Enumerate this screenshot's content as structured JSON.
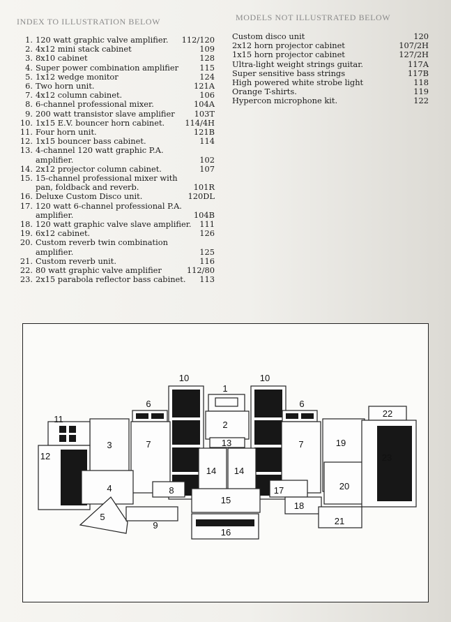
{
  "headers": {
    "left": "INDEX TO ILLUSTRATION BELOW",
    "right": "MODELS NOT ILLUSTRATED BELOW"
  },
  "index_items": [
    {
      "num": "1.",
      "text": "120 watt graphic valve amplifier.",
      "code": "112/120"
    },
    {
      "num": "2.",
      "text": "4x12 mini stack cabinet",
      "code": "109"
    },
    {
      "num": "3.",
      "text": "8x10 cabinet",
      "code": "128"
    },
    {
      "num": "4.",
      "text": "Super power combination amplifier",
      "code": "115"
    },
    {
      "num": "5.",
      "text": "1x12 wedge monitor",
      "code": "124"
    },
    {
      "num": "6.",
      "text": "Two horn unit.",
      "code": "121A"
    },
    {
      "num": "7.",
      "text": "4x12 column cabinet.",
      "code": "106"
    },
    {
      "num": "8.",
      "text": "6-channel professional mixer.",
      "code": "104A"
    },
    {
      "num": "9.",
      "text": "200 watt transistor slave amplifier",
      "code": "103T"
    },
    {
      "num": "10.",
      "text": "1x15 E.V. bouncer horn cabinet.",
      "code": "114/4H"
    },
    {
      "num": "11.",
      "text": "Four horn unit.",
      "code": "121B"
    },
    {
      "num": "12.",
      "text": "1x15 bouncer bass cabinet.",
      "code": "114"
    },
    {
      "num": "13.",
      "text": "4-channel 120 watt graphic P.A. amplifier.",
      "code": "102"
    },
    {
      "num": "14.",
      "text": "2x12 projector column cabinet.",
      "code": "107"
    },
    {
      "num": "15.",
      "text": "15-channel professional mixer with pan, foldback and reverb.",
      "code": "101R"
    },
    {
      "num": "16.",
      "text": "Deluxe Custom Disco unit.",
      "code": "120DL"
    },
    {
      "num": "17.",
      "text": "120 watt 6-channel professional P.A. amplifier.",
      "code": "104B"
    },
    {
      "num": "18.",
      "text": "120 watt graphic valve slave amplifier.",
      "code": "111"
    },
    {
      "num": "19.",
      "text": "6x12 cabinet.",
      "code": "126"
    },
    {
      "num": "20.",
      "text": "Custom reverb twin combination amplifier.",
      "code": "125"
    },
    {
      "num": "21.",
      "text": "Custom reverb unit.",
      "code": "116"
    },
    {
      "num": "22.",
      "text": "80 watt graphic valve amplifier",
      "code": "112/80"
    },
    {
      "num": "23.",
      "text": "2x15 parabola reflector bass cabinet.",
      "code": "113"
    }
  ],
  "other_models": [
    {
      "text": "Custom disco unit",
      "code": "120"
    },
    {
      "text": "2x12 horn projector cabinet",
      "code": "107/2H"
    },
    {
      "text": "1x15 horn projector cabinet",
      "code": "127/2H"
    },
    {
      "text": "Ultra-light weight strings guitar.",
      "code": "117A"
    },
    {
      "text": "Super sensitive bass strings",
      "code": "117B"
    },
    {
      "text": "High powered white strobe light",
      "code": "118"
    },
    {
      "text": "Orange T-shirts.",
      "code": "119"
    },
    {
      "text": "Hypercon microphone kit.",
      "code": "122"
    }
  ],
  "illustration_labels": [
    "1",
    "2",
    "3",
    "4",
    "5",
    "6",
    "6",
    "7",
    "7",
    "8",
    "9",
    "10",
    "10",
    "11",
    "12",
    "13",
    "14",
    "14",
    "15",
    "16",
    "17",
    "18",
    "19",
    "20",
    "21",
    "22",
    "23"
  ]
}
